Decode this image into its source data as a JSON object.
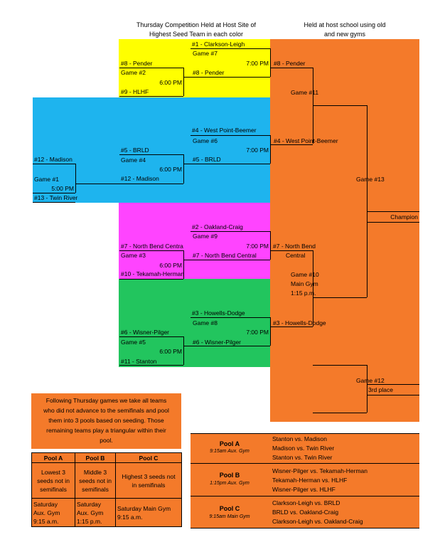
{
  "colors": {
    "yellow": "#ffff00",
    "blue": "#1eb4ee",
    "magenta": "#ff44ff",
    "green": "#22c55e",
    "orange": "#f47a2a"
  },
  "headers": {
    "thursday": [
      "Thursday Competition Held at Host Site of",
      "Highest Seed Team in each color"
    ],
    "host": [
      "Held at host school using old",
      "and new gyms"
    ]
  },
  "yellow": {
    "seed1": "#1 - Clarkson-Leigh",
    "game7": "Game #7",
    "time7": "7:00 PM",
    "seed8": "#8 - Pender",
    "game2": "Game #2",
    "time2": "6:00 PM",
    "seed8b": "#8 - Pender",
    "seed9": "#9 - HLHF"
  },
  "blue": {
    "seed4": "#4 - West Point-Beemer",
    "game6": "Game #6",
    "time6": "7:00 PM",
    "seed5": "#5 - BRLD",
    "game4": "Game #4",
    "time4": "6:00 PM",
    "seed5b": "#5 - BRLD",
    "seed12": "#12 - Madison",
    "game1": "Game #1",
    "time1": "5:00 PM",
    "seed12b": "#12 - Madison",
    "seed13": "#13 - Twin River"
  },
  "magenta": {
    "seed2": "#2 - Oakland-Craig",
    "game9": "Game #9",
    "time9": "7:00 PM",
    "seed7": "#7 - North Bend Centra",
    "game3": "Game #3",
    "time3": "6:00 PM",
    "seed7b": "#7 - North Bend Central",
    "seed10": "#10 - Tekamah-Herman"
  },
  "green": {
    "seed3": "#3 - Howells-Dodge",
    "game8": "Game #8",
    "time8": "7:00 PM",
    "seed6": "#6 - Wisner-Pilger",
    "game5": "Game #5",
    "time5": "6:00 PM",
    "seed6b": "#6 - Wisner-Pilger",
    "seed11": "#11 - Stanton"
  },
  "semis": {
    "pender": "#8 - Pender",
    "game11": "Game #11",
    "wpb": "#4 - West Point-Beemer",
    "game13": "Game #13",
    "champion": "Champion",
    "nbc1": "#7 - North Bend",
    "nbc2": "Central",
    "game10": "Game #10",
    "main_gym": "Main Gym",
    "time10": "1:15 p.m.",
    "howells": "#3 - Howells-Dodge",
    "game12": "Game #12",
    "third": "3rd place"
  },
  "note": {
    "lines": [
      "Following Thursday games we take all teams",
      "who did not advance to the semifinals and pool",
      "them into 3 pools based on seeding. Those",
      "remaining teams play a triangular within their",
      "pool."
    ]
  },
  "pools_table": {
    "headers": [
      "Pool A",
      "Pool B",
      "Pool C"
    ],
    "desc": [
      [
        "Lowest 3",
        "seeds not in",
        "semifinals"
      ],
      [
        "Middle 3",
        "seeds not in",
        "semifinals"
      ],
      [
        "Highest 3 seeds not",
        "in semifinals"
      ]
    ],
    "sched": [
      [
        "Saturday",
        "Aux. Gym",
        "9:15 a.m."
      ],
      [
        "Saturday",
        "Aux. Gym",
        "1:15 p.m."
      ],
      [
        "Saturday Main Gym",
        "9:15 a.m."
      ]
    ]
  },
  "schedule": [
    {
      "pool": "Pool A",
      "time": "9:15am Aux. Gym",
      "games": [
        "Stanton vs. Madison",
        "Madison vs. Twin River",
        "Stanton vs. Twin River"
      ]
    },
    {
      "pool": "Pool B",
      "time": "1:15pm Aux. Gym",
      "games": [
        "Wisner-Pilger vs. Tekamah-Herman",
        "Tekamah-Herman vs. HLHF",
        "Wisner-Pilger vs. HLHF"
      ]
    },
    {
      "pool": "Pool C",
      "time": "9:15am Main Gym",
      "games": [
        "Clarkson-Leigh vs. BRLD",
        "BRLD vs. Oakland-Craig",
        "Clarkson-Leigh vs. Oakland-Craig"
      ]
    }
  ]
}
